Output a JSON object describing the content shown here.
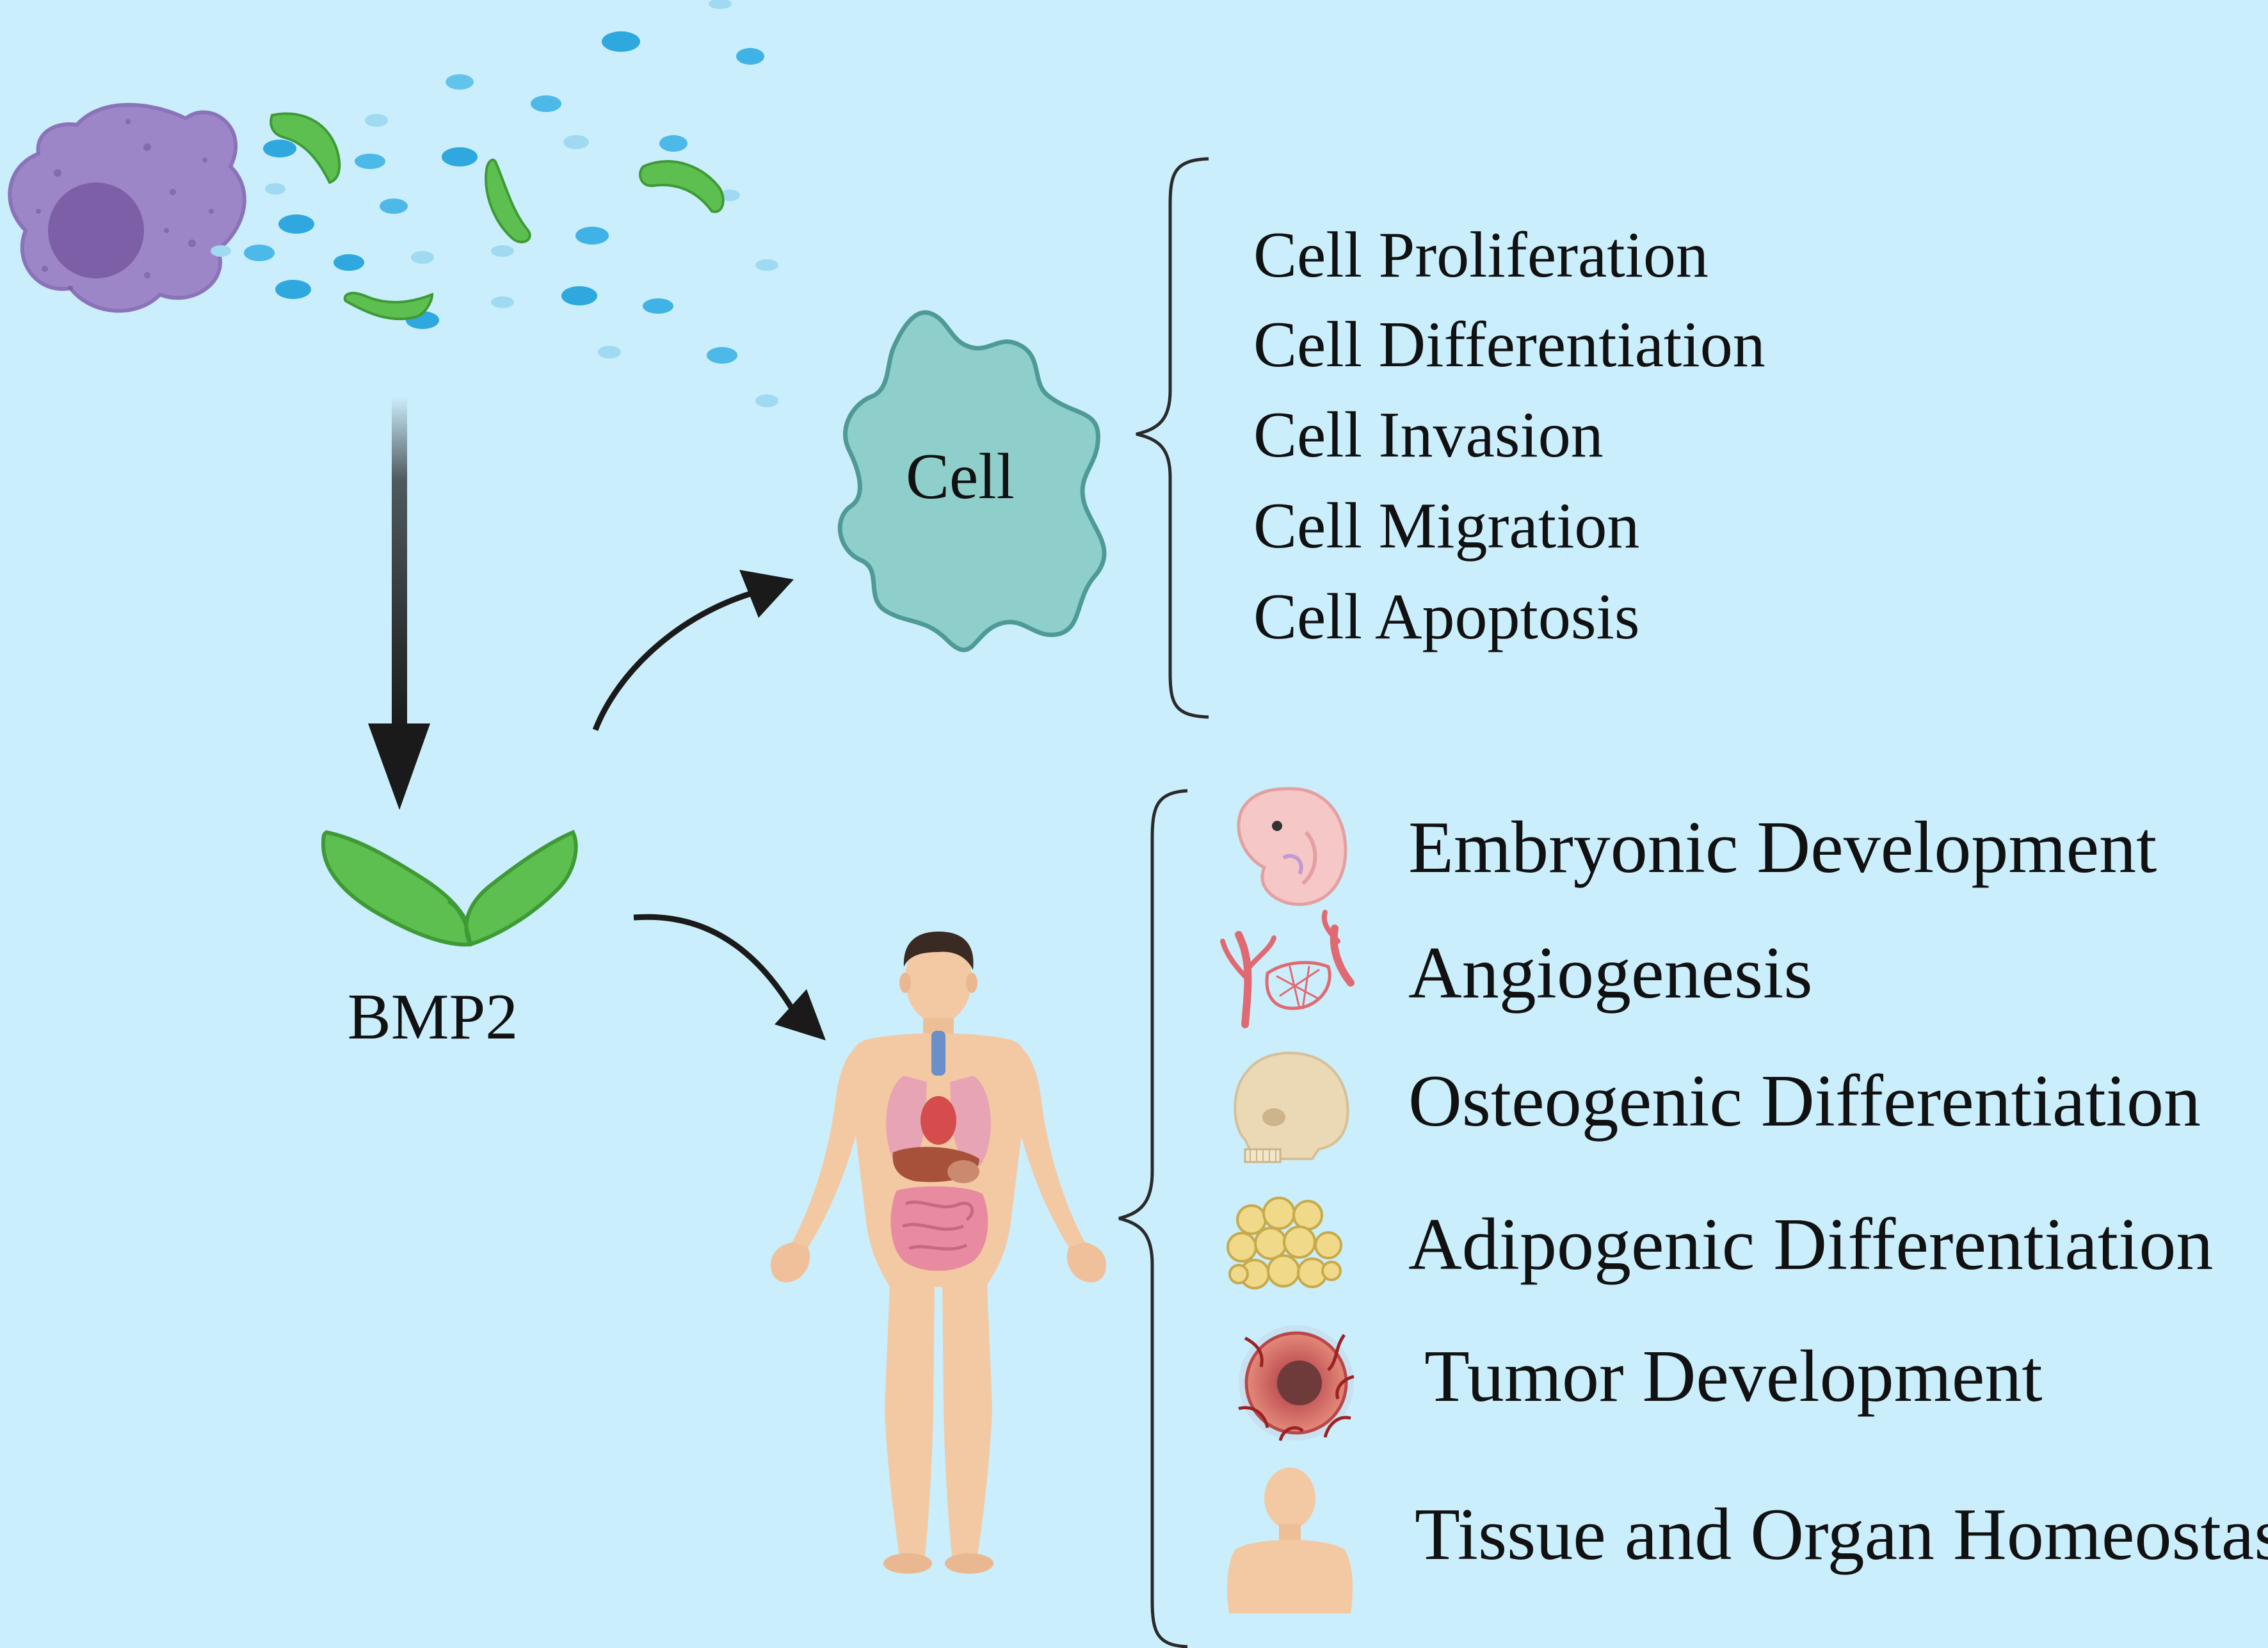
{
  "bmp2": {
    "label": "BMP2"
  },
  "cell": {
    "label": "Cell"
  },
  "cellular_effects": [
    "Cell Proliferation",
    "Cell Differentiation",
    "Cell Invasion",
    "Cell Migration",
    "Cell Apoptosis"
  ],
  "organism_effects": [
    {
      "label": "Embryonic Development",
      "icon": "embryo-icon"
    },
    {
      "label": "Angiogenesis",
      "icon": "blood-vessel-icon"
    },
    {
      "label": "Osteogenic Differentiation",
      "icon": "skull-icon"
    },
    {
      "label": "Adipogenic Differentiation",
      "icon": "fat-cells-icon"
    },
    {
      "label": "Tumor Development",
      "icon": "tumor-icon"
    },
    {
      "label": "Tissue and Organ Homeostasis",
      "icon": "human-torso-icon"
    }
  ],
  "colors": {
    "background": "#caeefc",
    "bmp2_green": "#5cbf4f",
    "cell_teal": "#8fcfcb",
    "secreting_cell_purple": "#9d86c8",
    "particle_blue": "#2ea8de"
  }
}
